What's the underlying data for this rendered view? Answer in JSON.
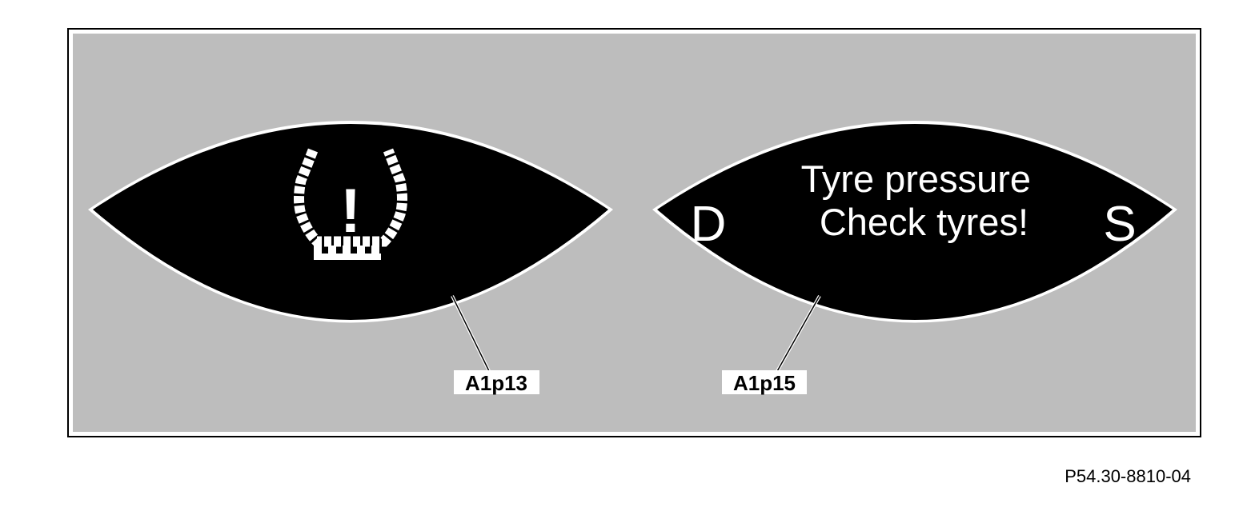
{
  "colors": {
    "panel_background": "#bdbdbd",
    "display_background": "#000000",
    "display_text": "#ffffff",
    "frame": "#000000",
    "page_background": "#ffffff"
  },
  "left_display": {
    "icon": "tyre-pressure-warning-icon",
    "exclamation": "!",
    "callout": "A1p13"
  },
  "right_display": {
    "left_indicator": "D",
    "right_indicator": "S",
    "message_line1": "Tyre pressure",
    "message_line2": "Check tyres!",
    "callout": "A1p15"
  },
  "figure_reference": "P54.30-8810-04"
}
